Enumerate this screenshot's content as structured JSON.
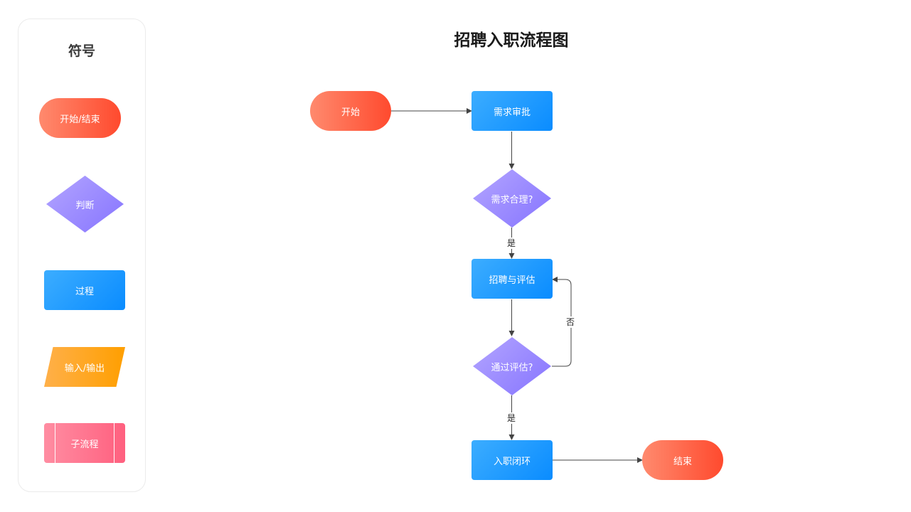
{
  "legend": {
    "title": "符号",
    "items": [
      {
        "label": "开始/结束"
      },
      {
        "label": "判断"
      },
      {
        "label": "过程"
      },
      {
        "label": "输入/输出"
      },
      {
        "label": "子流程"
      }
    ]
  },
  "title": "招聘入职流程图",
  "nodes": {
    "start": "开始",
    "approval": "需求审批",
    "reasonable": "需求合理?",
    "recruit": "招聘与评估",
    "passed": "通过评估?",
    "onboard": "入职闭环",
    "end": "结束"
  },
  "edges": {
    "yes_1": "是",
    "no": "否",
    "yes_2": "是"
  },
  "colors": {
    "terminal": "#ff5a3c",
    "decision": "#9585ff",
    "process": "#1e96ff",
    "io": "#ffa514",
    "subprocess": "#ff7590",
    "connector": "#444444"
  }
}
